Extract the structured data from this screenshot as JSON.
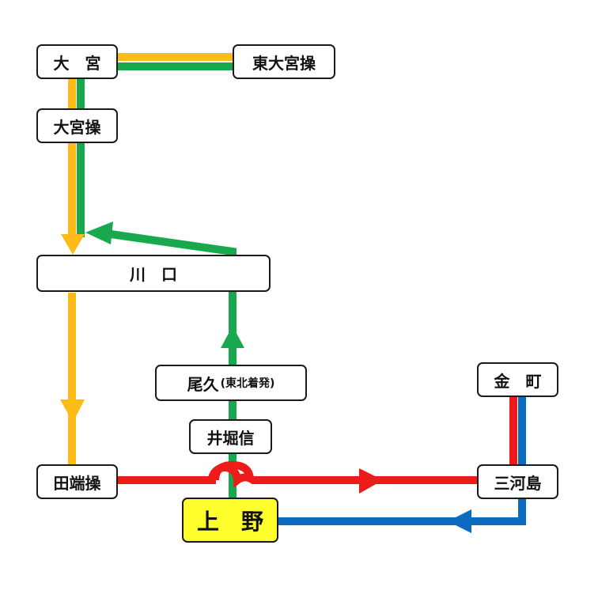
{
  "colors": {
    "orange_line": "#FCBB16",
    "green_line": "#18A94F",
    "red_line": "#EE1B1B",
    "blue_line": "#0C6BC0",
    "highlight_station": "#FFFF2E",
    "box_border": "#1a1a1a"
  },
  "stations": {
    "omiya": "大　宮",
    "higashi_omiya_so": "東大宮操",
    "omiya_so": "大宮操",
    "kawaguchi": "川　口",
    "oku": "尾久",
    "oku_note": "(東北着発)",
    "ihorishin": "井堀信",
    "tabata_so": "田端操",
    "ueno": "上　野",
    "kanamachi": "金　町",
    "mikawashima": "三河島"
  }
}
